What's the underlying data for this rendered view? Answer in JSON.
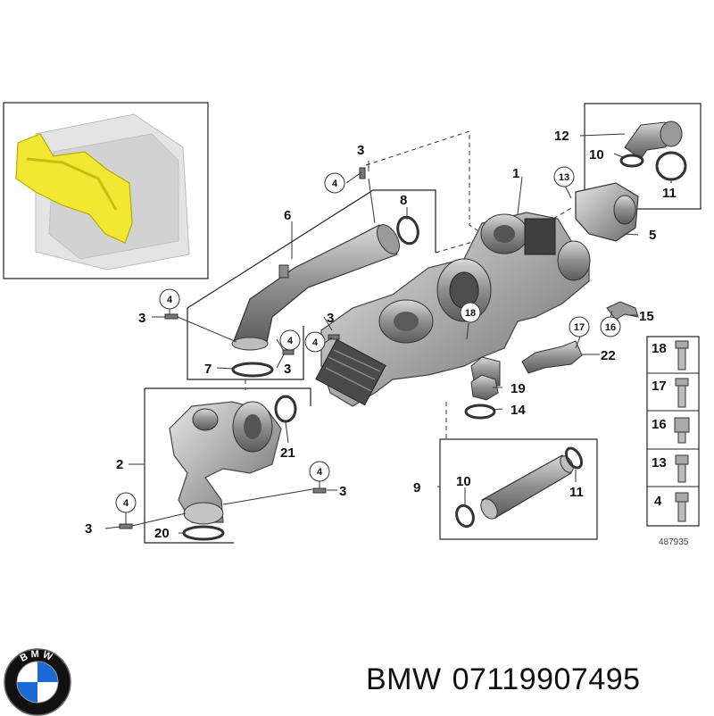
{
  "diagram": {
    "ref_number": "487935",
    "callouts": [
      "1",
      "2",
      "3",
      "4",
      "5",
      "6",
      "7",
      "8",
      "9",
      "10",
      "11",
      "12",
      "13",
      "14",
      "15",
      "16",
      "17",
      "18",
      "19",
      "20",
      "21",
      "22"
    ],
    "legend_items": [
      {
        "num": "18",
        "icon": "flange-bolt-icon"
      },
      {
        "num": "17",
        "icon": "flange-bolt-icon"
      },
      {
        "num": "16",
        "icon": "hex-nut-icon"
      },
      {
        "num": "13",
        "icon": "socket-screw-icon"
      },
      {
        "num": "4",
        "icon": "socket-screw-icon"
      }
    ]
  },
  "caption": {
    "brand": "BMW",
    "part_number": "07119907495"
  },
  "logo": {
    "letters": "BMW",
    "colors": {
      "blue": "#1c69d4",
      "white": "#ffffff",
      "black": "#111111"
    }
  },
  "colors": {
    "highlight": "#f2e833",
    "line": "#222222",
    "part": "#8a8a8a"
  }
}
